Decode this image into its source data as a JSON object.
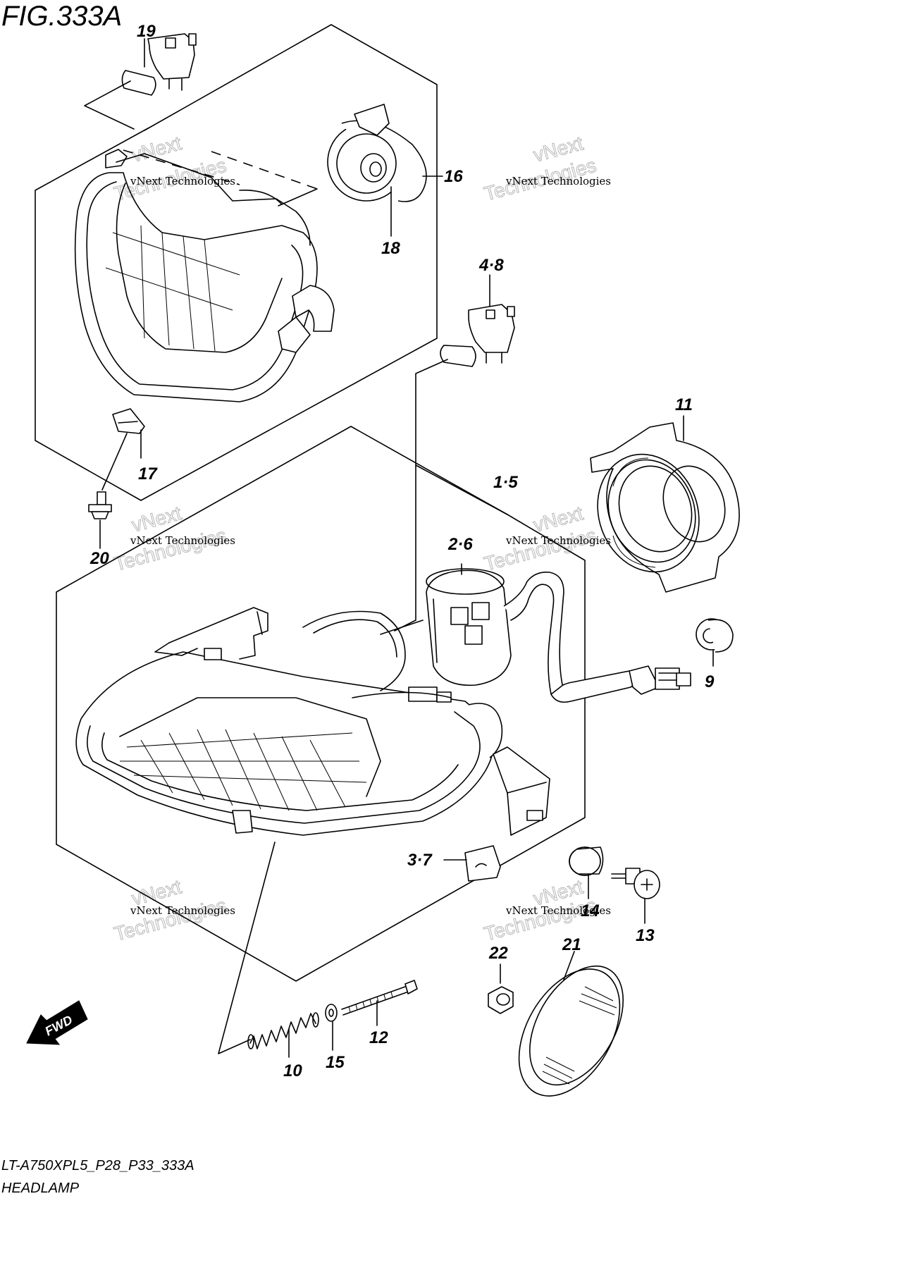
{
  "figure": {
    "title": "FIG.333A",
    "model_code": "LT-A750XPL5_P28_P33_333A",
    "section_name": "HEADLAMP",
    "direction_label": "FWD"
  },
  "watermark": {
    "line1": "vNext Technologies",
    "line2": "vNext",
    "line3": "Technologies"
  },
  "callouts": [
    {
      "id": "19",
      "label": "19"
    },
    {
      "id": "16",
      "label": "16"
    },
    {
      "id": "18",
      "label": "18"
    },
    {
      "id": "4-8",
      "label": "4·8"
    },
    {
      "id": "11",
      "label": "11"
    },
    {
      "id": "17",
      "label": "17"
    },
    {
      "id": "1-5",
      "label": "1·5"
    },
    {
      "id": "20",
      "label": "20"
    },
    {
      "id": "2-6",
      "label": "2·6"
    },
    {
      "id": "9",
      "label": "9"
    },
    {
      "id": "3-7",
      "label": "3·7"
    },
    {
      "id": "14",
      "label": "14"
    },
    {
      "id": "13",
      "label": "13"
    },
    {
      "id": "22",
      "label": "22"
    },
    {
      "id": "21",
      "label": "21"
    },
    {
      "id": "12",
      "label": "12"
    },
    {
      "id": "15",
      "label": "15"
    },
    {
      "id": "10",
      "label": "10"
    }
  ],
  "colors": {
    "line": "#000000",
    "background": "#ffffff",
    "watermark": "#b8b8b8"
  }
}
